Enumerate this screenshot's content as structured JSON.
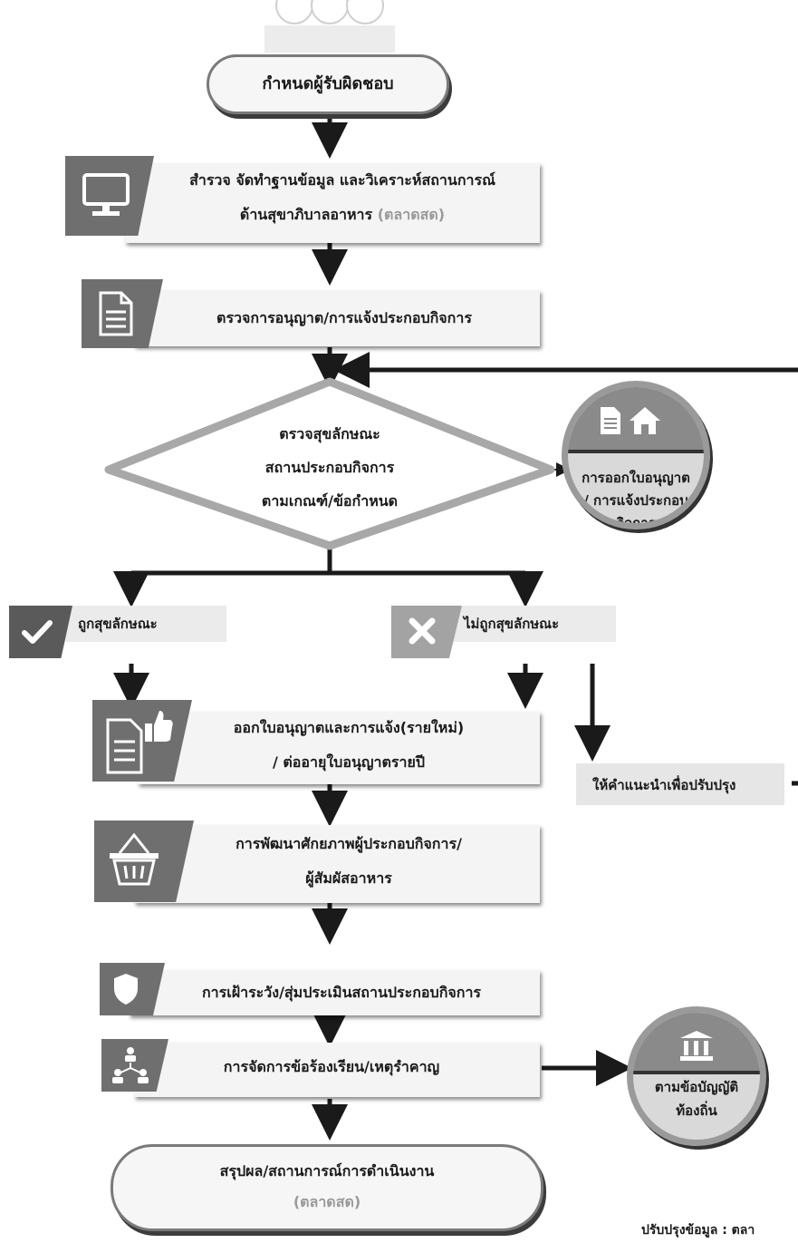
{
  "diagram": {
    "start": "กำหนดผู้รับผิดชอบ",
    "survey": {
      "line1": "สำรวจ จัดทำฐานข้อมูล และวิเคราะห์สถานการณ์",
      "line2a": "ด้านสุขาภิบาลอาหาร ",
      "line2b": "(ตลาดสด)"
    },
    "license_check": "ตรวจการอนุญาต/การแจ้งประกอบกิจการ",
    "decision": {
      "line1": "ตรวจสุขลักษณะ",
      "line2": "สถานประกอบกิจการ",
      "line3": "ตามเกณฑ์/ข้อกำหนด"
    },
    "issue_circle": {
      "line1": "การออกใบอนุญาต",
      "line2": "/ การแจ้งประกอบ",
      "line3": "กิจการ"
    },
    "pass": "ถูกสุขลักษณะ",
    "fail": "ไม่ถูกสุขลักษณะ",
    "issue_license": {
      "line1": "ออกใบอนุญาตและการแจ้ง(รายใหม่)",
      "line2": "/ ต่ออายุใบอนุญาตรายปี"
    },
    "advice": "ให้คำแนะนำเพื่อปรับปรุง",
    "develop": {
      "line1": "การพัฒนาศักยภาพผู้ประกอบกิจการ/",
      "line2": "ผู้สัมผัสอาหาร"
    },
    "surveillance": "การเฝ้าระวัง/สุ่มประเมินสถานประกอบกิจการ",
    "complaint": "การจัดการข้อร้องเรียน/เหตุรำคาญ",
    "law_circle": {
      "line1": "ตามข้อบัญญัติ",
      "line2": "ท้องถิ่น"
    },
    "end": {
      "line1": "สรุปผล/สถานการณ์การดำเนินงาน",
      "line2": "(ตลาดสด)"
    },
    "footer": "ปรับปรุงข้อมูล : ตลา"
  },
  "colors": {
    "arrow": "#1a1a1a",
    "icon_bg": "#6f6f6f",
    "box_bg": "#f4f4f4",
    "accent_gray": "#9a9a9a"
  }
}
